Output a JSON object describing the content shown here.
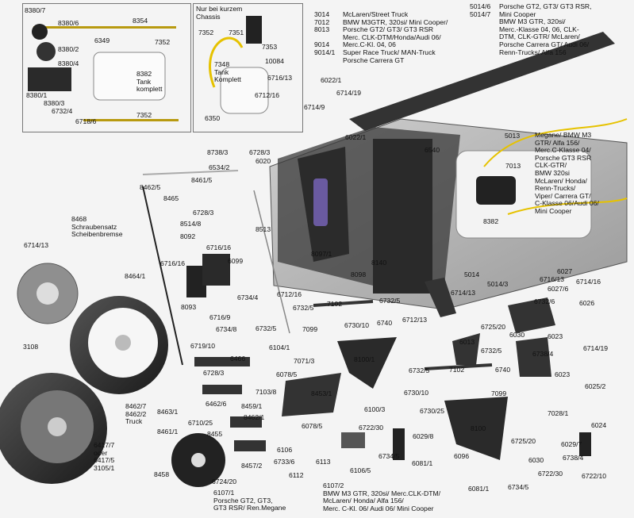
{
  "inset_left_title": "",
  "inset_right_title": "Nur bei kurzem\nChassis",
  "inset_left_labels": {
    "p8380_7": "8380/7",
    "p8380_6": "8380/6",
    "p8354": "8354",
    "p6349": "6349",
    "p7352a": "7352",
    "p8380_2": "8380/2",
    "p8380_4": "8380/4",
    "p8382": "8382\nTank\nkomplett",
    "p8380_1": "8380/1",
    "p8380_3": "8380/3",
    "p6732_4": "6732/4",
    "p7352b": "7352",
    "p6718_6": "6718/6"
  },
  "inset_right_labels": {
    "p7352": "7352",
    "p7351": "7351",
    "p7353": "7353",
    "p10084": "10084",
    "p7348": "7348\nTank\nKomplett",
    "p6716_13": "6716/13",
    "p6712_16": "6712/16",
    "p6350": "6350"
  },
  "notes": {
    "n3014": "3014\n7012\n8013\n\n9014\n9014/1",
    "n3014_text": "McLaren/Street Truck\nBMW M3GTR, 320si/ Mini Cooper/\nPorsche GT2/ GT3/ GT3 RSR\nMerc. CLK-DTM/Honda/Audi 06/\nMerc.C-Kl. 04, 06\nSuper Race Truck/ MAN-Truck\nPorsche Carrera GT",
    "n5014": "5014/6\n5014/7",
    "n5014_text": "Porsche GT2, GT3/ GT3 RSR,\nMini Cooper\nBMW M3 GTR, 320si/\nMerc.-Klasse 04, 06, CLK-\nDTM, CLK-GTR/ McLaren/\nPorsche Carrera GT/ Audi 06/\nRenn-Trucks/ Alfa 156",
    "n5013": "5013",
    "n5013_text": "Megane/ BMW M3\nGTR/ Alfa 156/\nMerc.C-Klasse 04/\nPorsche GT3 RSR\nCLK-GTR/\nBMW 320si\nMcLaren/ Honda/\nRenn-Trucks/\nViper/ Carrera GT/\nC-Klasse 06/Audi 06/\nMini Cooper",
    "n7013": "7013",
    "n8382": "8382",
    "n8468": "8468\nSchraubensatz\nScheibenbremse",
    "n6417": "6417/7\noder\n6417/5\n3105/1",
    "n8462": "8462/7\n8462/2\nTruck",
    "n6107_1": "6107/1\nPorsche GT2, GT3,\nGT3 RSR/ Ren.Megane",
    "n6107_2": "6107/2\nBMW M3 GTR, 320si/ Merc.CLK-DTM/\nMcLaren/ Honda/ Alfa 156/\nMerc. C-Kl. 06/ Audi 06/ Mini Cooper"
  },
  "part_labels": [
    {
      "t": "6022/1",
      "k": "a1"
    },
    {
      "t": "6714/19",
      "k": "a2"
    },
    {
      "t": "6022/1",
      "k": "a3"
    },
    {
      "t": "6714/9",
      "k": "a4"
    },
    {
      "t": "6540",
      "k": "a5"
    },
    {
      "t": "8738/3",
      "k": "a6"
    },
    {
      "t": "6728/3",
      "k": "a7"
    },
    {
      "t": "6534/2",
      "k": "a8"
    },
    {
      "t": "6020",
      "k": "a9"
    },
    {
      "t": "8461/5",
      "k": "a10"
    },
    {
      "t": "8462/5",
      "k": "a11"
    },
    {
      "t": "8465",
      "k": "a12"
    },
    {
      "t": "6728/3",
      "k": "a13"
    },
    {
      "t": "8514/8",
      "k": "a14"
    },
    {
      "t": "8513",
      "k": "a15"
    },
    {
      "t": "8092",
      "k": "a16"
    },
    {
      "t": "6714/13",
      "k": "a17"
    },
    {
      "t": "6716/16",
      "k": "a18"
    },
    {
      "t": "6099",
      "k": "a19"
    },
    {
      "t": "6716/16",
      "k": "a20"
    },
    {
      "t": "8097/1",
      "k": "a21"
    },
    {
      "t": "8140",
      "k": "a22"
    },
    {
      "t": "8098",
      "k": "a23"
    },
    {
      "t": "5014",
      "k": "a24"
    },
    {
      "t": "8464/1",
      "k": "a25"
    },
    {
      "t": "6027",
      "k": "a26"
    },
    {
      "t": "6716/13",
      "k": "a27"
    },
    {
      "t": "6027/6",
      "k": "a28"
    },
    {
      "t": "6714/16",
      "k": "a29"
    },
    {
      "t": "5014/3",
      "k": "a30"
    },
    {
      "t": "6026",
      "k": "a31"
    },
    {
      "t": "8093",
      "k": "a32"
    },
    {
      "t": "6734/4",
      "k": "a33"
    },
    {
      "t": "6712/16",
      "k": "a34"
    },
    {
      "t": "7102",
      "k": "a35"
    },
    {
      "t": "6732/5",
      "k": "a36"
    },
    {
      "t": "6714/13",
      "k": "a37"
    },
    {
      "t": "6732/6",
      "k": "a38"
    },
    {
      "t": "6716/9",
      "k": "a39"
    },
    {
      "t": "6732/5",
      "k": "a40"
    },
    {
      "t": "6740",
      "k": "a41"
    },
    {
      "t": "6712/13",
      "k": "a42"
    },
    {
      "t": "7099",
      "k": "a43"
    },
    {
      "t": "6730/10",
      "k": "a44"
    },
    {
      "t": "6734/8",
      "k": "a45"
    },
    {
      "t": "6732/5",
      "k": "a46"
    },
    {
      "t": "6725/20",
      "k": "a47"
    },
    {
      "t": "6030",
      "k": "a48"
    },
    {
      "t": "6023",
      "k": "a49"
    },
    {
      "t": "3108",
      "k": "a50"
    },
    {
      "t": "6719/10",
      "k": "a51"
    },
    {
      "t": "6104/1",
      "k": "a52"
    },
    {
      "t": "6013",
      "k": "a53"
    },
    {
      "t": "6732/5",
      "k": "a54"
    },
    {
      "t": "6738/4",
      "k": "a55"
    },
    {
      "t": "6714/19",
      "k": "a56"
    },
    {
      "t": "6466",
      "k": "a57"
    },
    {
      "t": "7071/3",
      "k": "a58"
    },
    {
      "t": "8100/1",
      "k": "a59"
    },
    {
      "t": "6728/3",
      "k": "a60"
    },
    {
      "t": "6078/5",
      "k": "a61"
    },
    {
      "t": "6732/5",
      "k": "a62"
    },
    {
      "t": "7102",
      "k": "a63"
    },
    {
      "t": "6740",
      "k": "a64"
    },
    {
      "t": "6023",
      "k": "a65"
    },
    {
      "t": "7103/8",
      "k": "a66"
    },
    {
      "t": "8453/1",
      "k": "a67"
    },
    {
      "t": "6730/10",
      "k": "a68"
    },
    {
      "t": "7099",
      "k": "a69"
    },
    {
      "t": "6025/2",
      "k": "a70"
    },
    {
      "t": "8463/1",
      "k": "a71"
    },
    {
      "t": "6462/6",
      "k": "a72"
    },
    {
      "t": "8459/1",
      "k": "a73"
    },
    {
      "t": "8462/1",
      "k": "a74"
    },
    {
      "t": "6100/3",
      "k": "a75"
    },
    {
      "t": "6730/25",
      "k": "a76"
    },
    {
      "t": "7028/1",
      "k": "a77"
    },
    {
      "t": "6024",
      "k": "a78"
    },
    {
      "t": "8461/1",
      "k": "a79"
    },
    {
      "t": "6710/25",
      "k": "a80"
    },
    {
      "t": "6078/5",
      "k": "a81"
    },
    {
      "t": "8100",
      "k": "a82"
    },
    {
      "t": "8455",
      "k": "a83"
    },
    {
      "t": "6722/30",
      "k": "a84"
    },
    {
      "t": "6029/8",
      "k": "a85"
    },
    {
      "t": "6725/20",
      "k": "a86"
    },
    {
      "t": "6029/7",
      "k": "a87"
    },
    {
      "t": "6106",
      "k": "a88"
    },
    {
      "t": "6734/5",
      "k": "a89"
    },
    {
      "t": "6081/1",
      "k": "a90"
    },
    {
      "t": "6030",
      "k": "a91"
    },
    {
      "t": "6738/4",
      "k": "a92"
    },
    {
      "t": "8457/2",
      "k": "a93"
    },
    {
      "t": "6733/6",
      "k": "a94"
    },
    {
      "t": "6113",
      "k": "a95"
    },
    {
      "t": "6106/5",
      "k": "a96"
    },
    {
      "t": "6096",
      "k": "a97"
    },
    {
      "t": "8458",
      "k": "a98"
    },
    {
      "t": "6112",
      "k": "a99"
    },
    {
      "t": "6724/20",
      "k": "a100"
    },
    {
      "t": "6081/1",
      "k": "a101"
    },
    {
      "t": "6734/5",
      "k": "a102"
    },
    {
      "t": "6722/30",
      "k": "a103"
    },
    {
      "t": "6722/10",
      "k": "a104"
    }
  ]
}
